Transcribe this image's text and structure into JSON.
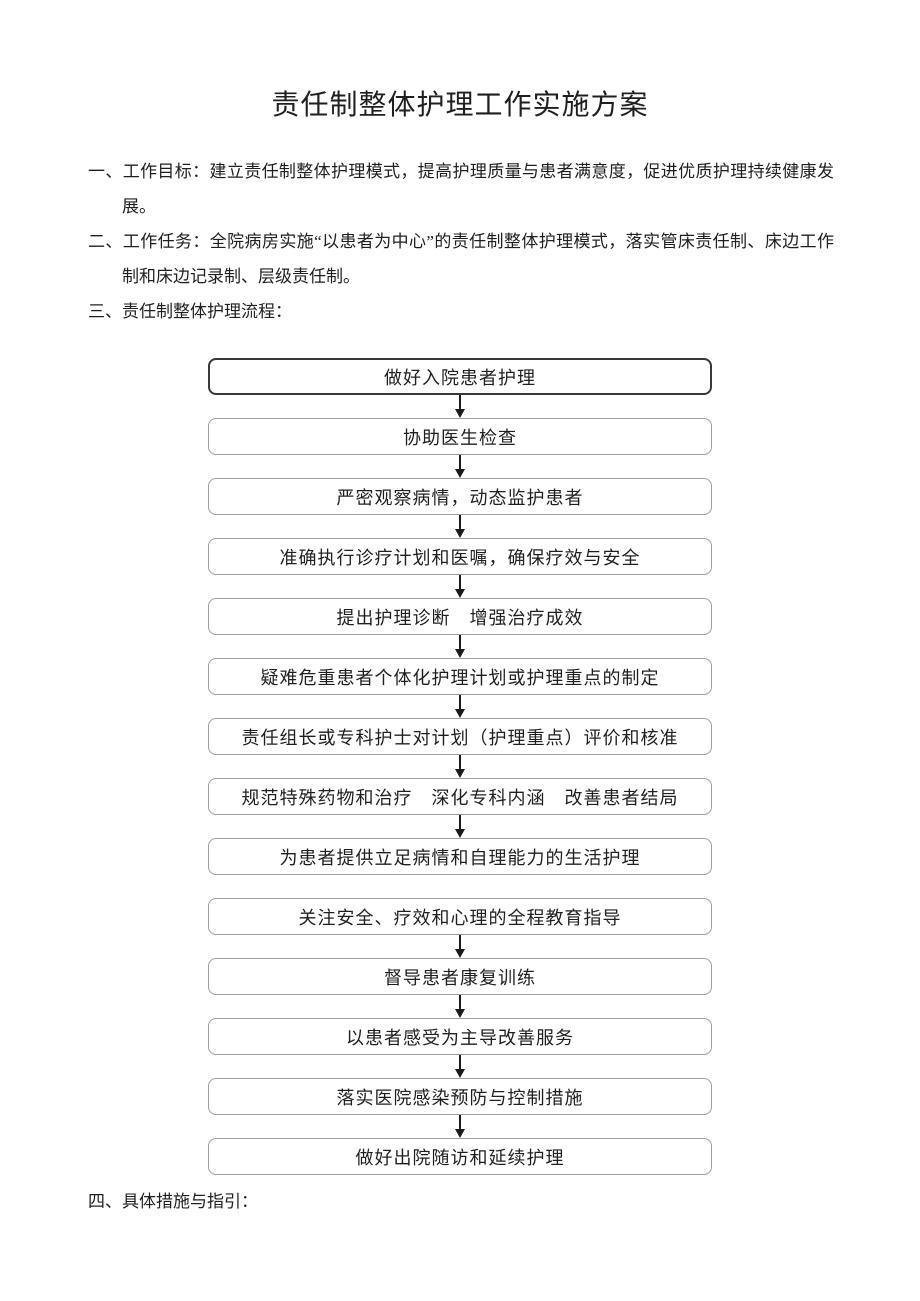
{
  "document": {
    "title": "责任制整体护理工作实施方案",
    "paragraphs": [
      {
        "label": "一、",
        "text": "工作目标：建立责任制整体护理模式，提高护理质量与患者满意度，促进优质护理持续健康发展。"
      },
      {
        "label": "二、",
        "text": "工作任务：全院病房实施“以患者为中心”的责任制整体护理模式，落实管床责任制、床边工作制和床边记录制、层级责任制。"
      },
      {
        "label": "三、",
        "text": "责任制整体护理流程："
      },
      {
        "label": "四、",
        "text": "具体措施与指引："
      }
    ],
    "flowchart": {
      "steps": [
        "做好入院患者护理",
        "协助医生检查",
        "严密观察病情，动态监护患者",
        "准确执行诊疗计划和医嘱，确保疗效与安全",
        "提出护理诊断　增强治疗成效",
        "疑难危重患者个体化护理计划或护理重点的制定",
        "责任组长或专科护士对计划（护理重点）评价和核准",
        "规范特殊药物和治疗　深化专科内涵　改善患者结局",
        "为患者提供立足病情和自理能力的生活护理",
        "关注安全、疗效和心理的全程教育指导",
        "督导患者康复训练",
        "以患者感受为主导改善服务",
        "落实医院感染预防与控制措施",
        "做好出院随访和延续护理"
      ],
      "connectors": [
        true,
        true,
        true,
        true,
        true,
        true,
        true,
        true,
        false,
        true,
        true,
        true,
        true
      ],
      "colors": {
        "first_box_border": "#383838",
        "box_border": "#9e9e9e",
        "arrow": "#1c1c1c",
        "text": "#1f1f1f",
        "page_background": "#ffffff"
      }
    }
  }
}
